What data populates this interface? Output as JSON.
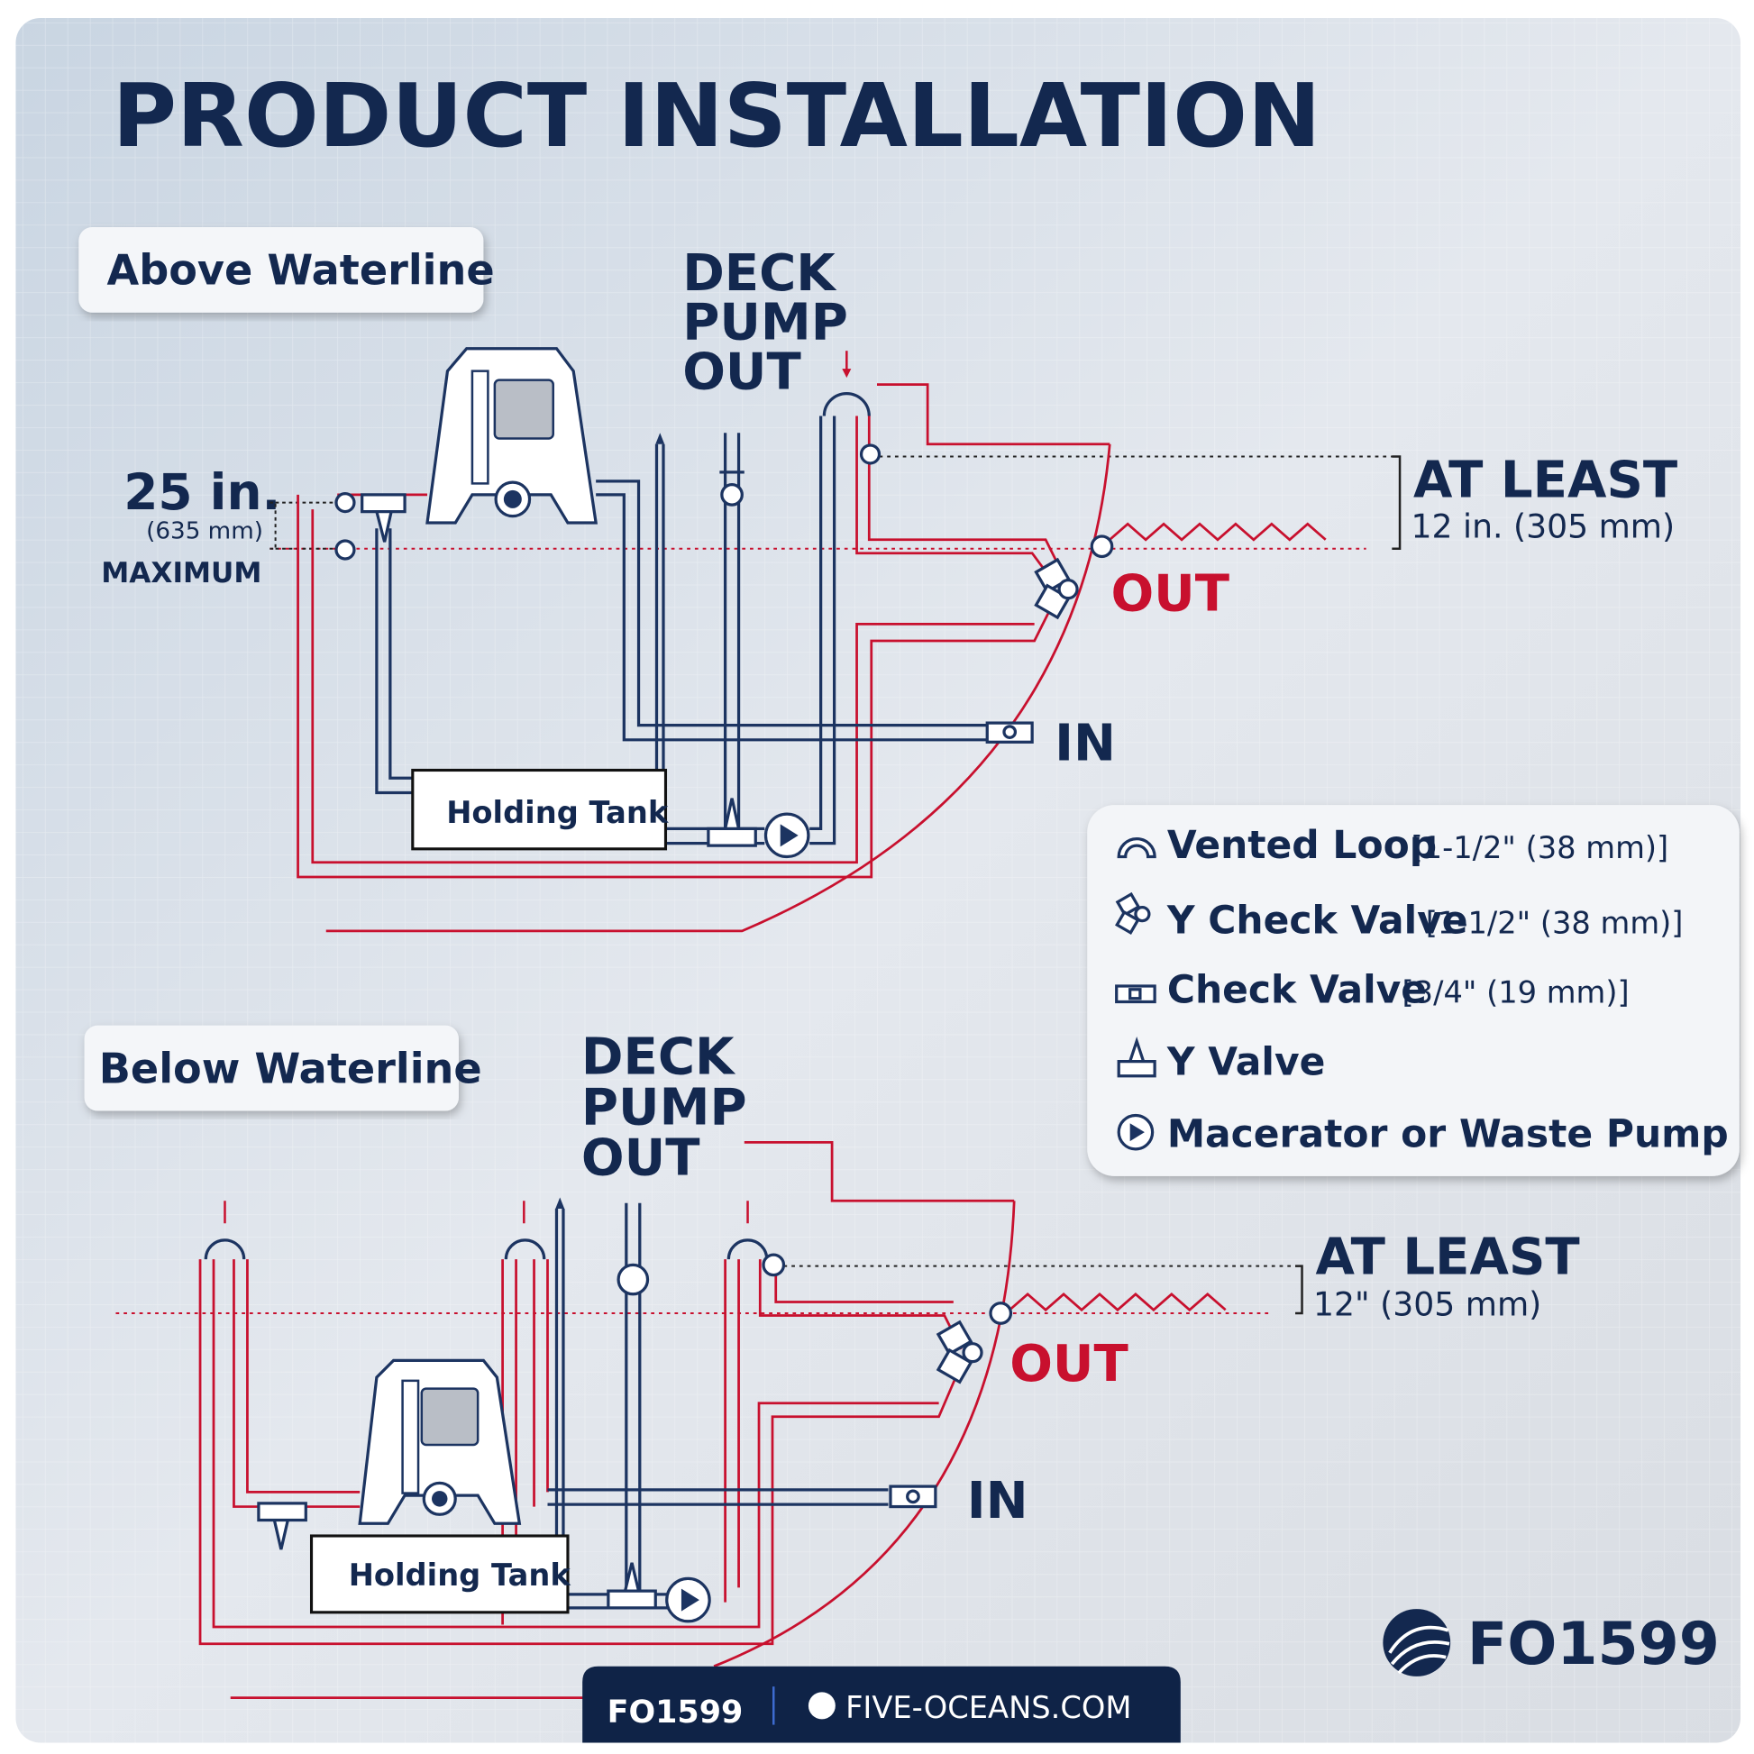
{
  "title": "PRODUCT INSTALLATION",
  "above": {
    "label": "Above Waterline",
    "deck_pump_out": [
      "DECK",
      "PUMP",
      "OUT"
    ],
    "max_height": "25 in.",
    "max_height_mm": "(635 mm)",
    "max_label": "MAXIMUM",
    "at_least": "AT LEAST",
    "at_least_value": "12 in. (305 mm)",
    "out": "OUT",
    "in": "IN",
    "tank": "Holding Tank"
  },
  "below": {
    "label": "Below Waterline",
    "deck_pump_out": [
      "DECK",
      "PUMP",
      "OUT"
    ],
    "at_least": "AT LEAST",
    "at_least_value": "12\" (305 mm)",
    "out": "OUT",
    "in": "IN",
    "tank": "Holding Tank"
  },
  "legend": [
    {
      "icon": "vented-loop-icon",
      "name": "Vented Loop",
      "size": "[1-1/2\" (38 mm)]"
    },
    {
      "icon": "y-check-valve-icon",
      "name": "Y Check Valve",
      "size": "[1-1/2\" (38 mm)]"
    },
    {
      "icon": "check-valve-icon",
      "name": "Check Valve",
      "size": "[3/4\" (19 mm)]"
    },
    {
      "icon": "y-valve-icon",
      "name": "Y Valve",
      "size": ""
    },
    {
      "icon": "pump-icon",
      "name": "Macerator or Waste Pump",
      "size": ""
    }
  ],
  "brand": {
    "model": "FO1599",
    "footer_model": "FO1599",
    "website": "FIVE-OCEANS.COM"
  },
  "colors": {
    "navy": "#13284f",
    "red": "#c8102e",
    "footer": "#0f2347"
  }
}
